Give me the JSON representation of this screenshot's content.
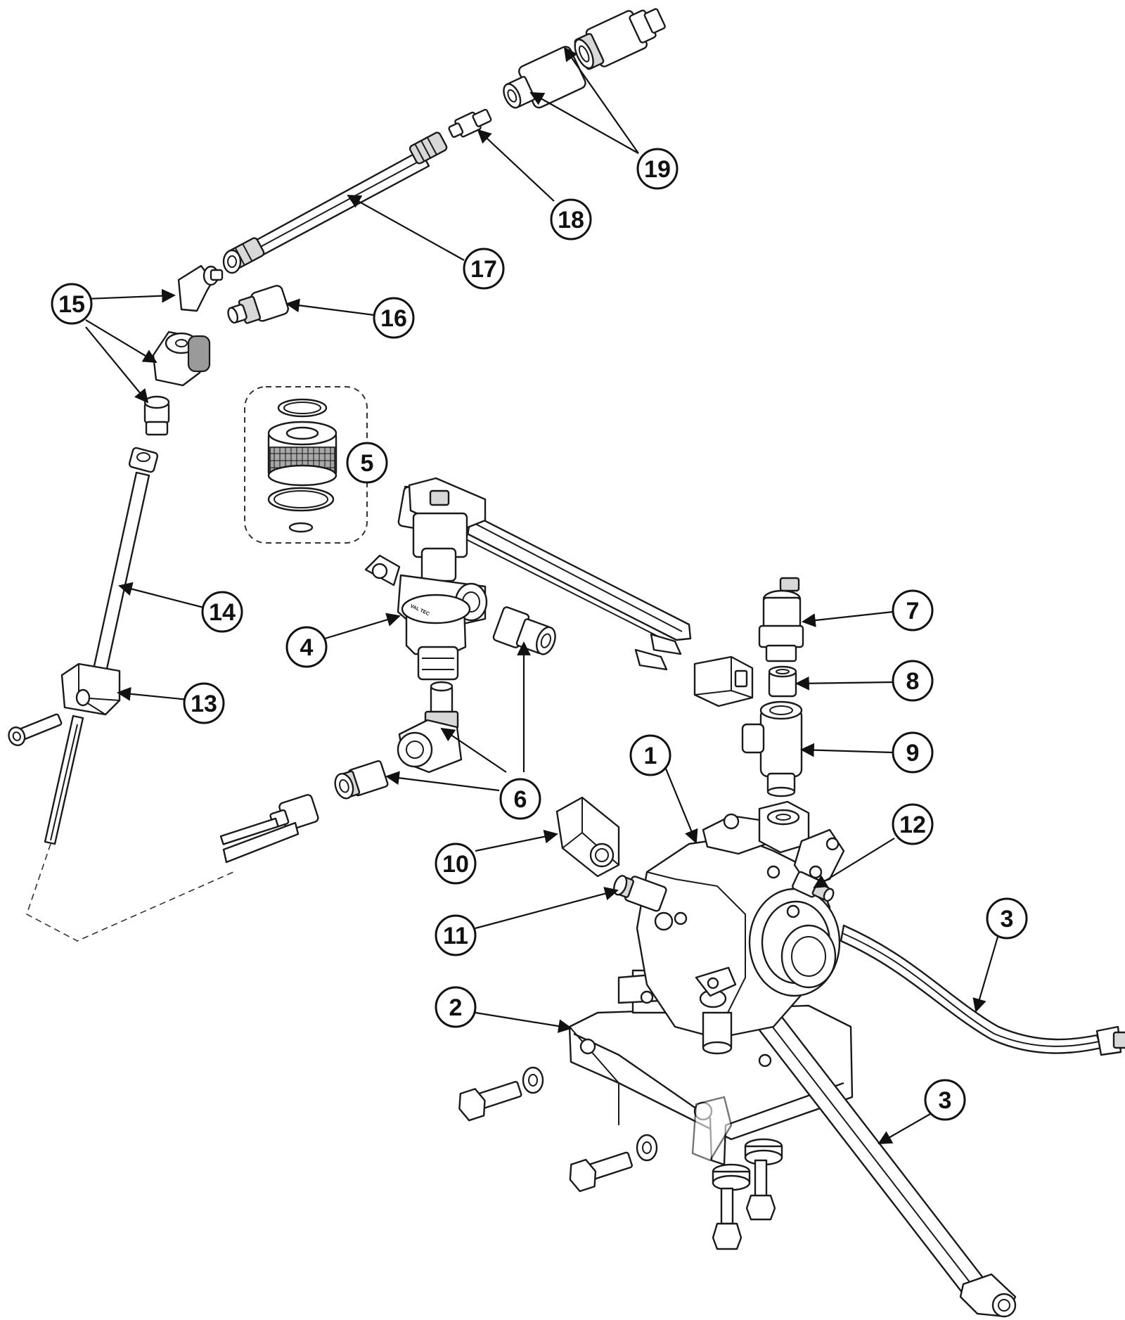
{
  "callouts": [
    "1",
    "2",
    "3",
    "4",
    "5",
    "6",
    "7",
    "8",
    "9",
    "10",
    "11",
    "12",
    "13",
    "14",
    "15",
    "16",
    "17",
    "18",
    "19"
  ],
  "colors": {
    "ink": "#111111",
    "part_fill": "#ffffff",
    "shade": "#d8d8d8"
  }
}
